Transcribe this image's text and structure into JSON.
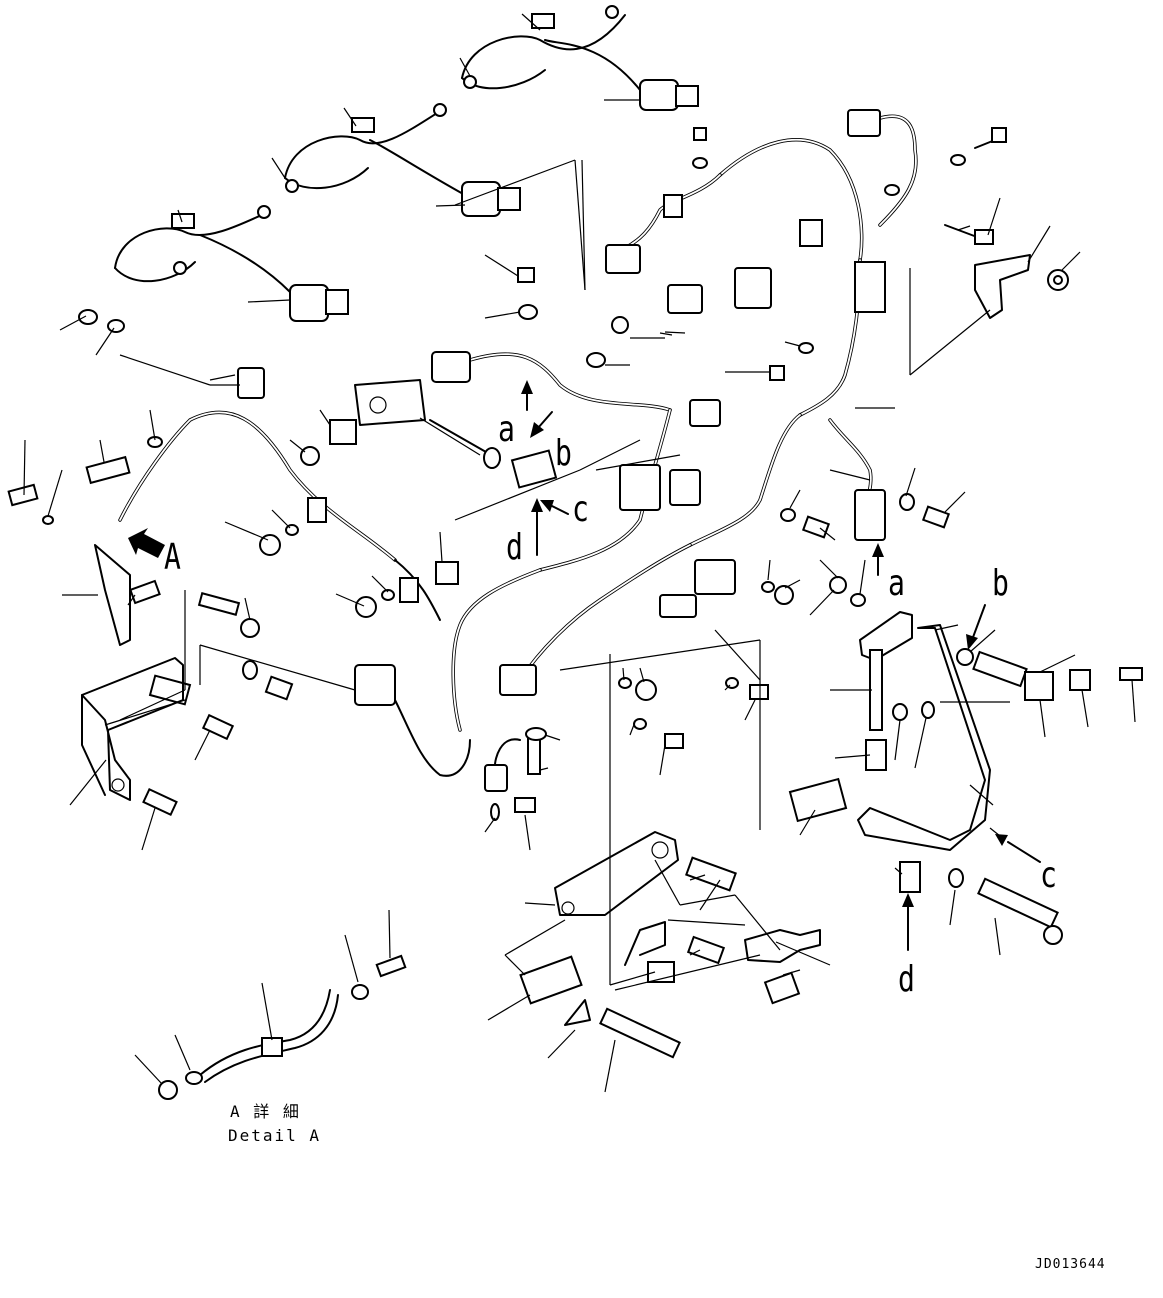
{
  "callouts": {
    "a_top": "a",
    "b_top": "b",
    "c_top": "c",
    "d_top": "d",
    "a_right": "a",
    "b_right": "b",
    "c_right": "c",
    "d_bottom": "d",
    "A_arrow": "A"
  },
  "detail": {
    "title_jp": "A 詳 細",
    "title_en": "Detail A"
  },
  "drawing_code": "JD013644",
  "colors": {
    "line": "#000000",
    "background": "#ffffff"
  }
}
